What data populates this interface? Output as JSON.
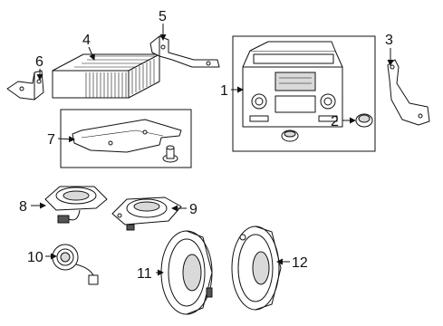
{
  "callouts": {
    "c1": "1",
    "c2": "2",
    "c3": "3",
    "c4": "4",
    "c5": "5",
    "c6": "6",
    "c7": "7",
    "c8": "8",
    "c9": "9",
    "c10": "10",
    "c11": "11",
    "c12": "12"
  },
  "colors": {
    "ink": "#111111",
    "shade": "#d9d9d9",
    "background": "#ffffff"
  }
}
